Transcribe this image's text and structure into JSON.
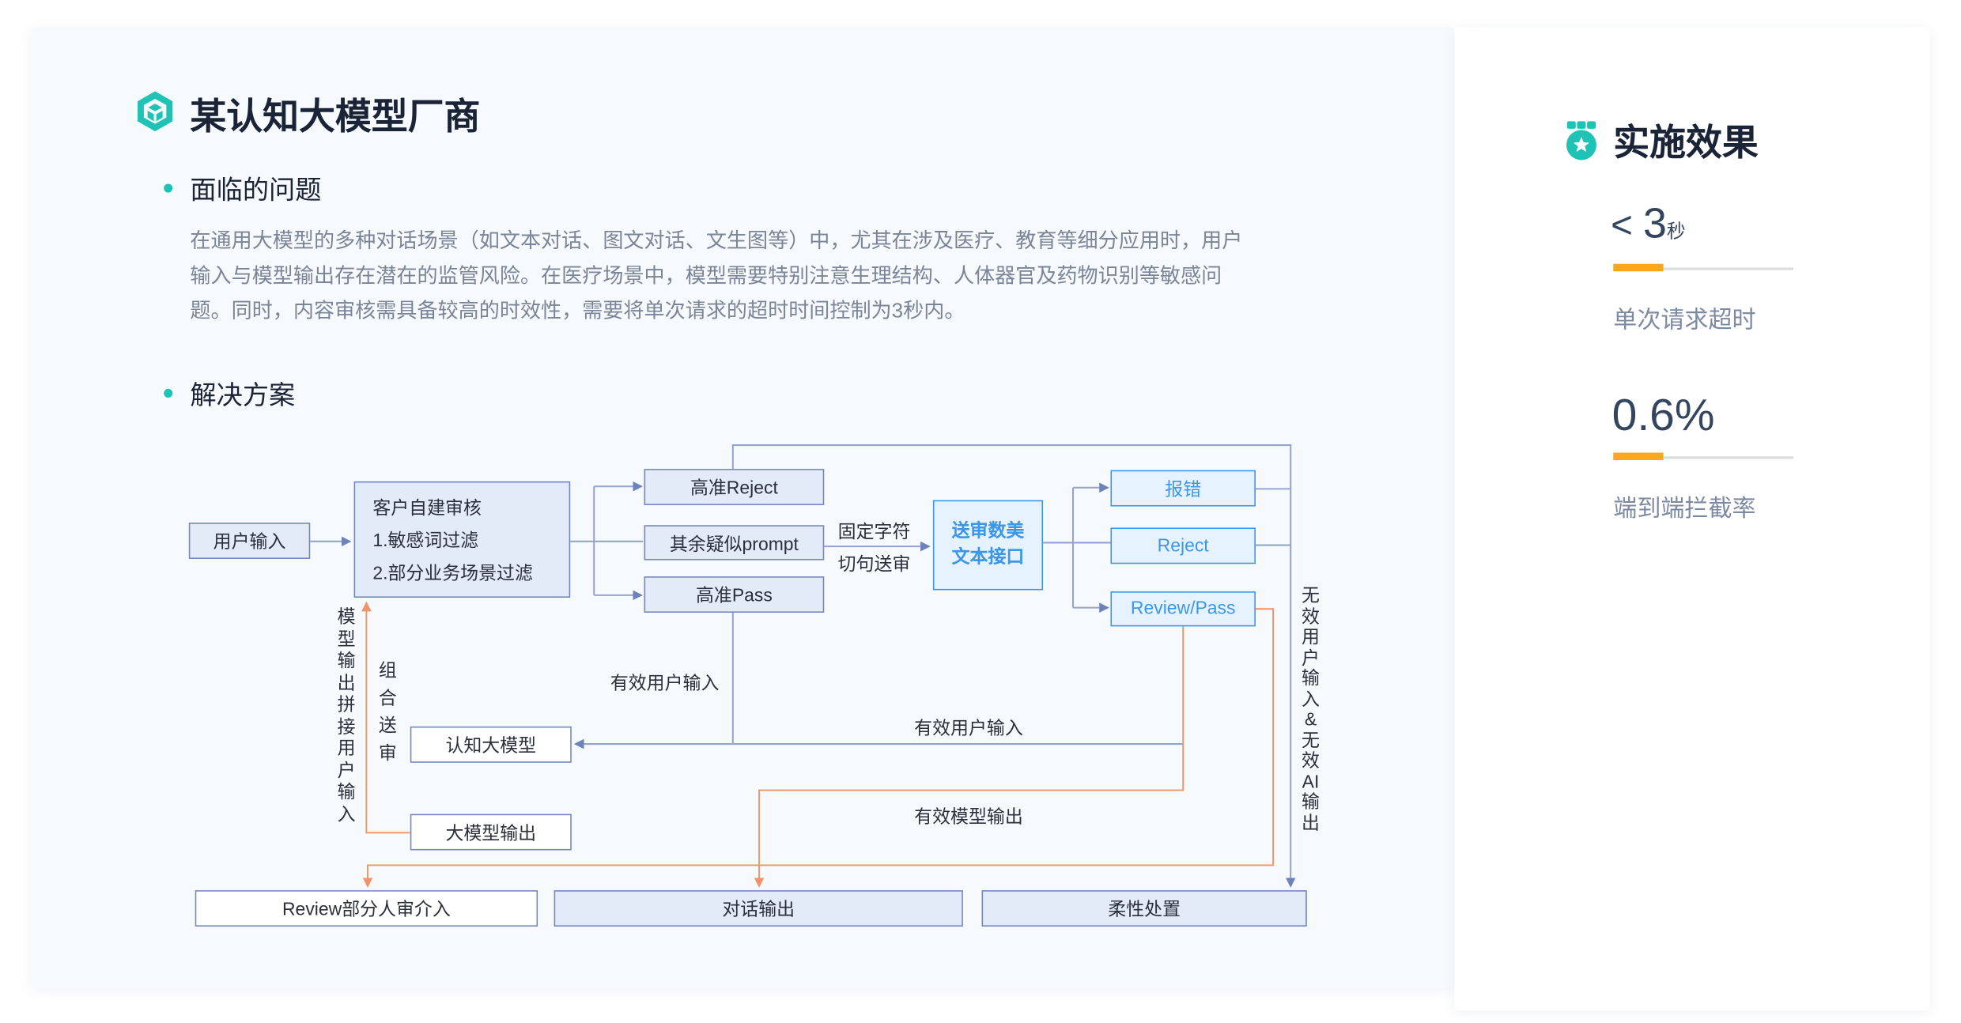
{
  "header": {
    "title": "某认知大模型厂商"
  },
  "problem": {
    "heading": "面临的问题",
    "lines": [
      "在通用大模型的多种对话场景（如文本对话、图文对话、文生图等）中，尤其在涉及医疗、教育等细分应用时，用户",
      "输入与模型输出存在潜在的监管风险。在医疗场景中，模型需要特别注意生理结构、人体器官及药物识别等敏感问",
      "题。同时，内容审核需具备较高的时效性，需要将单次请求的超时时间控制为3秒内。"
    ]
  },
  "solution": {
    "heading": "解决方案"
  },
  "diagram": {
    "user_input": "用户输入",
    "custom_review": {
      "title": "客户自建审核",
      "item1": "1.敏感词过滤",
      "item2": "2.部分业务场景过滤"
    },
    "high_reject": "高准Reject",
    "suspect_prompt": "其余疑似prompt",
    "high_pass": "高准Pass",
    "fixed_char": "固定字符",
    "split_send": "切句送审",
    "api": {
      "line1": "送审数美",
      "line2": "文本接口"
    },
    "error": "报错",
    "reject": "Reject",
    "review_pass": "Review/Pass",
    "cognitive_model": "认知大模型",
    "model_output": "大模型输出",
    "human_review": "Review部分人审介入",
    "dialog_output": "对话输出",
    "soft_handling": "柔性处置",
    "valid_input_1": "有效用户输入",
    "valid_input_2": "有效用户输入",
    "valid_model_output": "有效模型输出",
    "concat_label": "模型输出拼接用户输入",
    "combine_label": "组合送审",
    "invalid_label": "无效用户输入&无效AI输出"
  },
  "results": {
    "heading": "实施效果",
    "metrics": [
      {
        "prefix": "< ",
        "value": "3",
        "unit": "秒",
        "label": "单次请求超时"
      },
      {
        "prefix": "",
        "value": "0.6%",
        "unit": "",
        "label": "端到端拦截率"
      }
    ]
  },
  "colors": {
    "accent": "#1ec3b5",
    "bar": "#fba720",
    "box_border": "#7487bd",
    "blue": "#3c97e8",
    "orange": "#f0936a"
  }
}
